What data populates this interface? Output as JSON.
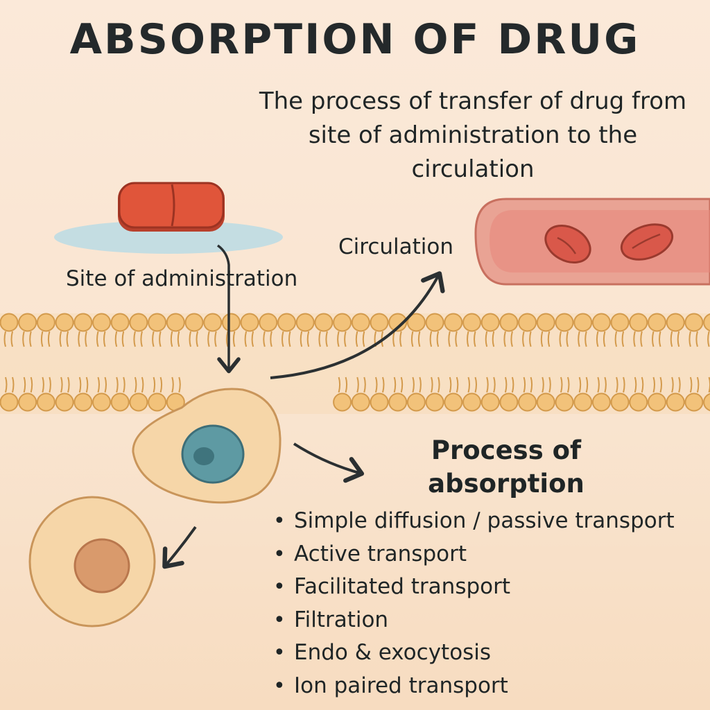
{
  "title": "ABSORPTION OF DRUG",
  "definition": "The process of transfer of drug from site of administration to the circulation",
  "labels": {
    "site": "Site of administration",
    "circulation": "Circulation"
  },
  "process": {
    "heading": "Process of absorption",
    "items": [
      "Simple diffusion / passive transport",
      "Active transport",
      "Facilitated transport",
      "Filtration",
      "Endo & exocytosis",
      "Ion paired transport"
    ]
  },
  "colors": {
    "pill": "#e0553a",
    "blood_vessel": "#ec9a8c",
    "red_blood_cell": "#d9584a",
    "membrane_head": "#f2c27a",
    "cell": "#f6d6a8",
    "nucleus": "#5e9aa3",
    "arrow": "#2b3032"
  },
  "icons": [
    "pill-icon",
    "blood-vessel-icon",
    "red-blood-cell-icon",
    "cell-membrane",
    "cell-icon",
    "nucleus-icon",
    "arrow-icon"
  ]
}
